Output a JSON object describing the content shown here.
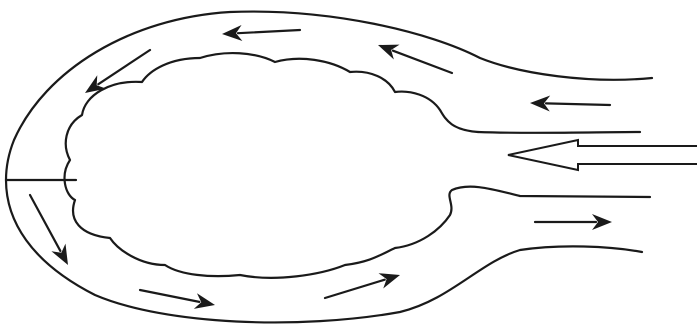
{
  "diagram": {
    "colors": {
      "stroke": "#1a1a1a",
      "background": "#ffffff"
    },
    "elements": {
      "outer_boundary": "outer-flow-boundary",
      "inner_region": "inner-cloud-region",
      "inlet": "hollow-inlet-arrow",
      "flow_arrows_count": 9
    }
  }
}
